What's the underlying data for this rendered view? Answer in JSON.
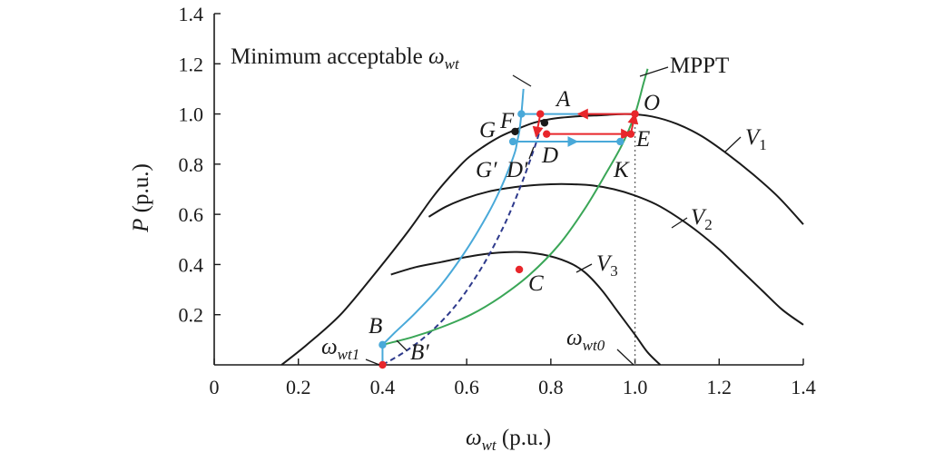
{
  "chart_data": {
    "type": "line",
    "title": "",
    "xlabel": {
      "symbol": "ω",
      "sub": "wt",
      "unit": " (p.u.)"
    },
    "ylabel": {
      "symbol": "P",
      "unit": " (p.u.)"
    },
    "xlim": [
      0,
      1.4
    ],
    "ylim": [
      0,
      1.4
    ],
    "x_ticks": [
      0,
      0.2,
      0.4,
      0.6,
      0.8,
      1.0,
      1.2,
      1.4
    ],
    "x_tick_labels": [
      "0",
      "0.2",
      "0.4",
      "0.6",
      "0.8",
      "1.0",
      "1.2",
      "1.4"
    ],
    "y_ticks": [
      0.2,
      0.4,
      0.6,
      0.8,
      1.0,
      1.2,
      1.4
    ],
    "y_tick_labels": [
      "0.2",
      "0.4",
      "0.6",
      "0.8",
      "1.0",
      "1.2",
      "1.4"
    ],
    "grid": false,
    "colors": {
      "power": "#1a1a1a",
      "min_speed": "#49a9d9",
      "mppt": "#3aa657",
      "dashed": "#2e3a8c",
      "path": "#e8262b",
      "vref": "#6b6b6b",
      "node_black": "#1a1a1a"
    },
    "series": [
      {
        "id": "V1",
        "name": "V1",
        "color": "power",
        "x": [
          0.16,
          0.22,
          0.3,
          0.38,
          0.46,
          0.52,
          0.56,
          0.6,
          0.64,
          0.68,
          0.72,
          0.76,
          0.8,
          0.86,
          0.92,
          0.98,
          1.04,
          1.1,
          1.16,
          1.22,
          1.28,
          1.34,
          1.4
        ],
        "y": [
          0.0,
          0.08,
          0.2,
          0.36,
          0.53,
          0.67,
          0.75,
          0.82,
          0.87,
          0.91,
          0.94,
          0.965,
          0.98,
          0.99,
          0.995,
          1.0,
          0.99,
          0.96,
          0.91,
          0.84,
          0.76,
          0.67,
          0.56
        ]
      },
      {
        "id": "V2",
        "name": "V2",
        "color": "power",
        "x": [
          0.51,
          0.55,
          0.6,
          0.65,
          0.7,
          0.75,
          0.8,
          0.85,
          0.9,
          0.95,
          1.0,
          1.05,
          1.1,
          1.15,
          1.2,
          1.25,
          1.3,
          1.35,
          1.4
        ],
        "y": [
          0.59,
          0.63,
          0.665,
          0.69,
          0.705,
          0.715,
          0.72,
          0.72,
          0.715,
          0.7,
          0.675,
          0.64,
          0.59,
          0.53,
          0.46,
          0.38,
          0.3,
          0.22,
          0.16
        ]
      },
      {
        "id": "V3",
        "name": "V3",
        "color": "power",
        "x": [
          0.42,
          0.48,
          0.54,
          0.6,
          0.66,
          0.72,
          0.78,
          0.84,
          0.88,
          0.92,
          0.96,
          1.0,
          1.03,
          1.06
        ],
        "y": [
          0.36,
          0.39,
          0.41,
          0.43,
          0.445,
          0.45,
          0.44,
          0.41,
          0.37,
          0.3,
          0.21,
          0.12,
          0.05,
          0.0
        ]
      },
      {
        "id": "min_speed",
        "name": "Minimum acceptable ωwt",
        "color": "min_speed",
        "x": [
          0.4,
          0.43,
          0.48,
          0.54,
          0.6,
          0.65,
          0.68,
          0.7,
          0.715,
          0.72,
          0.725,
          0.73,
          0.735
        ],
        "y": [
          0.08,
          0.13,
          0.21,
          0.32,
          0.46,
          0.6,
          0.7,
          0.78,
          0.85,
          0.89,
          0.93,
          1.0,
          1.1
        ]
      },
      {
        "id": "dashed",
        "name": "",
        "color": "dashed",
        "dashed": true,
        "x": [
          0.4,
          0.46,
          0.52,
          0.58,
          0.64,
          0.69,
          0.73,
          0.76,
          0.775
        ],
        "y": [
          0.0,
          0.06,
          0.14,
          0.25,
          0.4,
          0.56,
          0.72,
          0.86,
          0.94
        ]
      },
      {
        "id": "MPPT",
        "name": "MPPT",
        "color": "mppt",
        "x": [
          0.4,
          0.47,
          0.54,
          0.61,
          0.68,
          0.75,
          0.82,
          0.88,
          0.93,
          0.97,
          1.0,
          1.02,
          1.03
        ],
        "y": [
          0.08,
          0.11,
          0.15,
          0.2,
          0.27,
          0.36,
          0.48,
          0.62,
          0.76,
          0.88,
          1.0,
          1.12,
          1.18
        ]
      }
    ],
    "lines": [
      {
        "id": "hline-F-O",
        "x": [
          0.73,
          1.0
        ],
        "y": [
          1.0,
          1.0
        ],
        "color": "min_speed"
      },
      {
        "id": "hline-Gp-K",
        "x": [
          0.71,
          0.965
        ],
        "y": [
          0.89,
          0.89
        ],
        "color": "min_speed"
      },
      {
        "id": "vline-B",
        "x": [
          0.4,
          0.4
        ],
        "y": [
          0.0,
          0.08
        ],
        "color": "min_speed"
      },
      {
        "id": "vline-wt0",
        "x": [
          1.0,
          1.0
        ],
        "y": [
          0.0,
          1.0
        ],
        "color": "vref",
        "dotted": true
      }
    ],
    "arrows": [
      {
        "id": "arrow-K",
        "x": [
          0.71,
          0.965
        ],
        "y": [
          0.89,
          0.89
        ],
        "color": "min_speed",
        "mid": true
      },
      {
        "id": "arrow-O-A",
        "x": [
          1.0,
          0.775
        ],
        "y": [
          1.0,
          1.0
        ],
        "color": "path",
        "mid": true
      },
      {
        "id": "arrow-A-D",
        "x": [
          0.775,
          0.765
        ],
        "y": [
          1.0,
          0.91
        ],
        "color": "path"
      },
      {
        "id": "arrow-D-E",
        "x": [
          0.79,
          0.99
        ],
        "y": [
          0.92,
          0.92
        ],
        "color": "path"
      },
      {
        "id": "arrow-E-O",
        "x": [
          0.99,
          1.0
        ],
        "y": [
          0.92,
          1.0
        ],
        "color": "path"
      }
    ],
    "points": [
      {
        "id": "F",
        "x": 0.73,
        "y": 1.0,
        "color": "min_speed"
      },
      {
        "id": "Gp",
        "x": 0.71,
        "y": 0.89,
        "color": "min_speed"
      },
      {
        "id": "K",
        "x": 0.965,
        "y": 0.89,
        "color": "min_speed"
      },
      {
        "id": "B",
        "x": 0.4,
        "y": 0.08,
        "color": "min_speed"
      },
      {
        "id": "A",
        "x": 0.775,
        "y": 1.0,
        "color": "path"
      },
      {
        "id": "O",
        "x": 1.0,
        "y": 1.0,
        "color": "path"
      },
      {
        "id": "D",
        "x": 0.79,
        "y": 0.92,
        "color": "path"
      },
      {
        "id": "E",
        "x": 0.99,
        "y": 0.92,
        "color": "path"
      },
      {
        "id": "C",
        "x": 0.725,
        "y": 0.38,
        "color": "path"
      },
      {
        "id": "wt1",
        "x": 0.4,
        "y": 0.0,
        "color": "path"
      },
      {
        "id": "G",
        "x": 0.715,
        "y": 0.93,
        "color": "node_black"
      },
      {
        "id": "node2",
        "x": 0.785,
        "y": 0.965,
        "color": "node_black"
      }
    ],
    "annotations": [
      {
        "id": "F",
        "text": "F",
        "italic": true
      },
      {
        "id": "A",
        "text": "A",
        "italic": true
      },
      {
        "id": "O",
        "text": "O",
        "italic": true
      },
      {
        "id": "G",
        "text": "G",
        "italic": true
      },
      {
        "id": "E",
        "text": "E",
        "italic": true
      },
      {
        "id": "Gp",
        "text": "G′",
        "italic": true
      },
      {
        "id": "Dp",
        "text": "D′",
        "italic": true
      },
      {
        "id": "D",
        "text": "D",
        "italic": true
      },
      {
        "id": "K",
        "text": "K",
        "italic": true
      },
      {
        "id": "C",
        "text": "C",
        "italic": true
      },
      {
        "id": "B",
        "text": "B",
        "italic": true
      },
      {
        "id": "Bp",
        "text": "B′",
        "italic": true
      },
      {
        "id": "MPPT",
        "text": "MPPT",
        "italic": false
      },
      {
        "id": "min_acc",
        "text": "Minimum acceptable ",
        "italic": false
      },
      {
        "id": "V1",
        "text": "V",
        "sub": "1"
      },
      {
        "id": "V2",
        "text": "V",
        "sub": "2"
      },
      {
        "id": "V3",
        "text": "V",
        "sub": "3"
      },
      {
        "id": "wt1",
        "text": "ω",
        "sub": "wt1"
      },
      {
        "id": "wt0",
        "text": "ω",
        "sub": "wt0"
      },
      {
        "id": "min_acc_w",
        "text": "ω",
        "sub": "wt"
      }
    ]
  }
}
